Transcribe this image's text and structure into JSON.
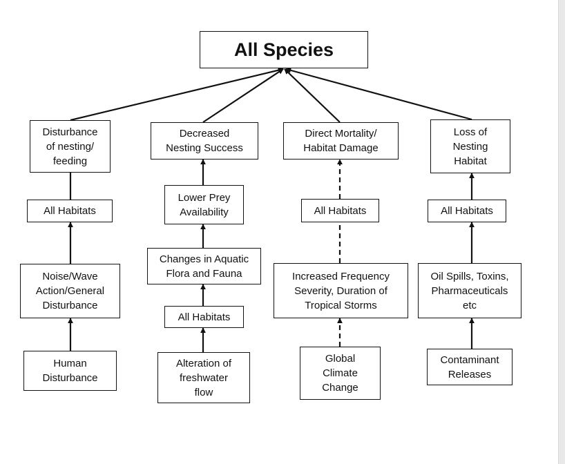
{
  "diagram": {
    "title": "All Species",
    "columns": [
      {
        "effect": "Disturbance\nof nesting/\nfeeding",
        "habitat": "All Habitats",
        "stressor": "Noise/Wave\nAction/General\nDisturbance",
        "source": "Human\nDisturbance"
      },
      {
        "effect": "Decreased\nNesting Success",
        "intermediate": "Lower Prey\nAvailability",
        "stressor": "Changes in Aquatic\nFlora and Fauna",
        "habitat": "All Habitats",
        "source": "Alteration of\nfreshwater\nflow"
      },
      {
        "effect": "Direct Mortality/\nHabitat Damage",
        "habitat": "All Habitats",
        "stressor": "Increased Frequency\nSeverity, Duration of\nTropical Storms",
        "source": "Global\nClimate\nChange"
      },
      {
        "effect": "Loss of\nNesting\nHabitat",
        "habitat": "All Habitats",
        "stressor": "Oil Spills, Toxins,\nPharmaceuticals\netc",
        "source": "Contaminant\nReleases"
      }
    ]
  }
}
